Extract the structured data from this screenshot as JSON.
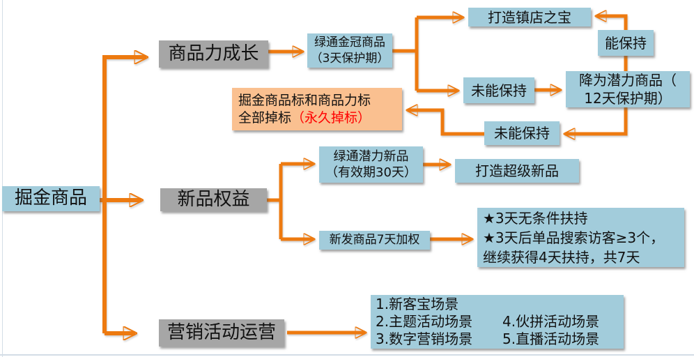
{
  "colors": {
    "node_blue": "#A2CCDB",
    "node_gray": "#A6A6A6",
    "node_peach": "#FAC090",
    "arrow_orange": "#ED7A10",
    "alert_red": "#FF0000",
    "text": "#111111"
  },
  "root": {
    "label": "掘金商品"
  },
  "branches": {
    "growth": {
      "label": "商品力成长"
    },
    "new_product": {
      "label": "新品权益"
    },
    "marketing": {
      "label": "营销活动运营"
    }
  },
  "growth_flow": {
    "gold_crown": {
      "line1": "绿通金冠商品",
      "line2": "（3天保护期）"
    },
    "treasure": {
      "label": "打造镇店之宝"
    },
    "fail_keep_1": {
      "label": "未能保持"
    },
    "can_keep": {
      "label": "能保持"
    },
    "downgrade": {
      "line1": "降为潜力商品（",
      "line2": "12天保护期）"
    },
    "fail_keep_2": {
      "label": "未能保持"
    },
    "penalty": {
      "line1": "掘金商品标和商品力标",
      "line2_black": "全部掉标",
      "line2_red": "（永久掉标）"
    }
  },
  "new_product_flow": {
    "potential_new": {
      "line1": "绿通潜力新品",
      "line2": "（有效期30天）"
    },
    "super_new": {
      "label": "打造超级新品"
    },
    "weighted": {
      "label": "新发商品7天加权"
    },
    "support": {
      "lines": [
        "★3天无条件扶持",
        "★3天后单品搜索访客≥3个，",
        "继续获得4天扶持，共7天"
      ]
    }
  },
  "marketing_flow": {
    "scenes": {
      "rows": [
        {
          "c1": "1.新客宝场景",
          "c2": ""
        },
        {
          "c1": "2.主题活动场景",
          "c2": "4.伙拼活动场景"
        },
        {
          "c1": "3.数字营销场景",
          "c2": "5.直播活动场景"
        }
      ]
    }
  }
}
